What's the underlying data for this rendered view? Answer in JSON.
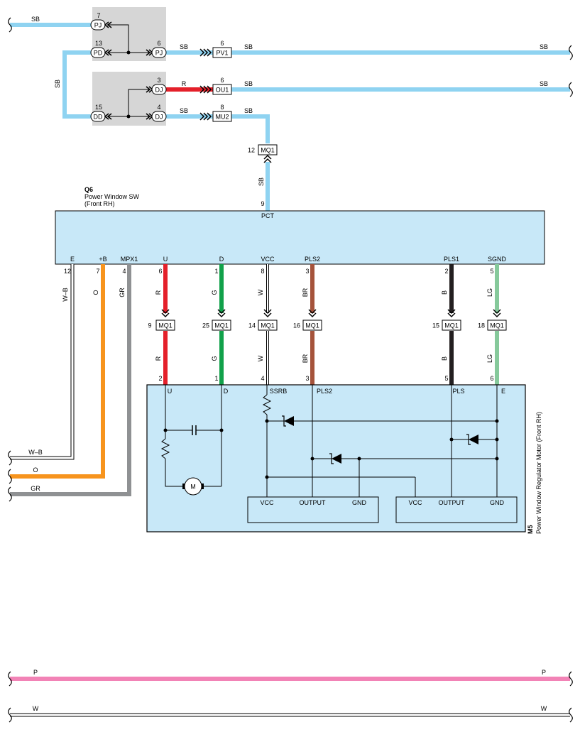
{
  "colors": {
    "SB": "#8fd3f1",
    "R": "#e4202a",
    "G": "#11a14a",
    "BR": "#a5533b",
    "B": "#231f20",
    "LG": "#86c99b",
    "GR": "#8f9193",
    "O": "#f7941d",
    "P": "#f283b6",
    "panel": "#c8e8f8",
    "junction_box": "#d6d6d6"
  },
  "junction_pj": {
    "pin_top": "7",
    "conn_top": "PJ",
    "pin_left": "13",
    "conn_left": "PD",
    "pin_right": "6",
    "conn_right": "PJ"
  },
  "junction_dj": {
    "pin_top": "3",
    "conn_top": "DJ",
    "pin_left": "15",
    "conn_left": "DD",
    "pin_right": "4",
    "conn_right": "DJ"
  },
  "wires_top": {
    "sb_in": "SB",
    "sb_left_vertical": "SB",
    "pv1": {
      "pin": "6",
      "name": "PV1",
      "left": "SB",
      "right": "SB",
      "end": "SB"
    },
    "ou1": {
      "pin": "6",
      "name": "OU1",
      "left": "R",
      "right": "SB",
      "end": "SB"
    },
    "mu2": {
      "pin": "8",
      "name": "MU2",
      "left": "SB",
      "right": "SB"
    },
    "mq1_upper": {
      "pin": "12",
      "name": "MQ1",
      "wire": "SB",
      "pin_switch": "9"
    }
  },
  "switch": {
    "id": "Q6",
    "line1": "Power Window SW",
    "line2": "(Front RH)",
    "top_terminal": "PCT",
    "terminals": [
      {
        "name": "E",
        "pin": "12",
        "wire": "W–B"
      },
      {
        "name": "+B",
        "pin": "7",
        "wire": "O"
      },
      {
        "name": "MPX1",
        "pin": "4",
        "wire": "GR"
      },
      {
        "name": "U",
        "pin": "6",
        "wire": "R"
      },
      {
        "name": "D",
        "pin": "1",
        "wire": "G"
      },
      {
        "name": "VCC",
        "pin": "8",
        "wire": "W"
      },
      {
        "name": "PLS2",
        "pin": "3",
        "wire": "BR"
      },
      {
        "name": "PLS1",
        "pin": "2",
        "wire": "B"
      },
      {
        "name": "SGND",
        "pin": "5",
        "wire": "LG"
      }
    ]
  },
  "mq1_connectors": [
    {
      "pin": "9",
      "name": "MQ1",
      "wire_below": "R",
      "motor_pin": "2"
    },
    {
      "pin": "25",
      "name": "MQ1",
      "wire_below": "G",
      "motor_pin": "1"
    },
    {
      "pin": "14",
      "name": "MQ1",
      "wire_below": "W",
      "motor_pin": "4"
    },
    {
      "pin": "16",
      "name": "MQ1",
      "wire_below": "BR",
      "motor_pin": "3"
    },
    {
      "pin": "15",
      "name": "MQ1",
      "wire_below": "B",
      "motor_pin": "5"
    },
    {
      "pin": "18",
      "name": "MQ1",
      "wire_below": "LG",
      "motor_pin": "6"
    }
  ],
  "motor": {
    "id": "M5",
    "name": "Power Window Regulator Motor (Front RH)",
    "terminals": [
      "U",
      "D",
      "SSRB",
      "PLS2",
      "PLS",
      "E"
    ],
    "motor_symbol": "M",
    "ic1": {
      "vcc": "VCC",
      "output": "OUTPUT",
      "gnd": "GND"
    },
    "ic2": {
      "vcc": "VCC",
      "output": "OUTPUT",
      "gnd": "GND"
    }
  },
  "left_exits": {
    "wb": "W–B",
    "o": "O",
    "gr": "GR"
  },
  "bottom_wires": {
    "p_left": "P",
    "p_right": "P",
    "w_left": "W",
    "w_right": "W"
  }
}
